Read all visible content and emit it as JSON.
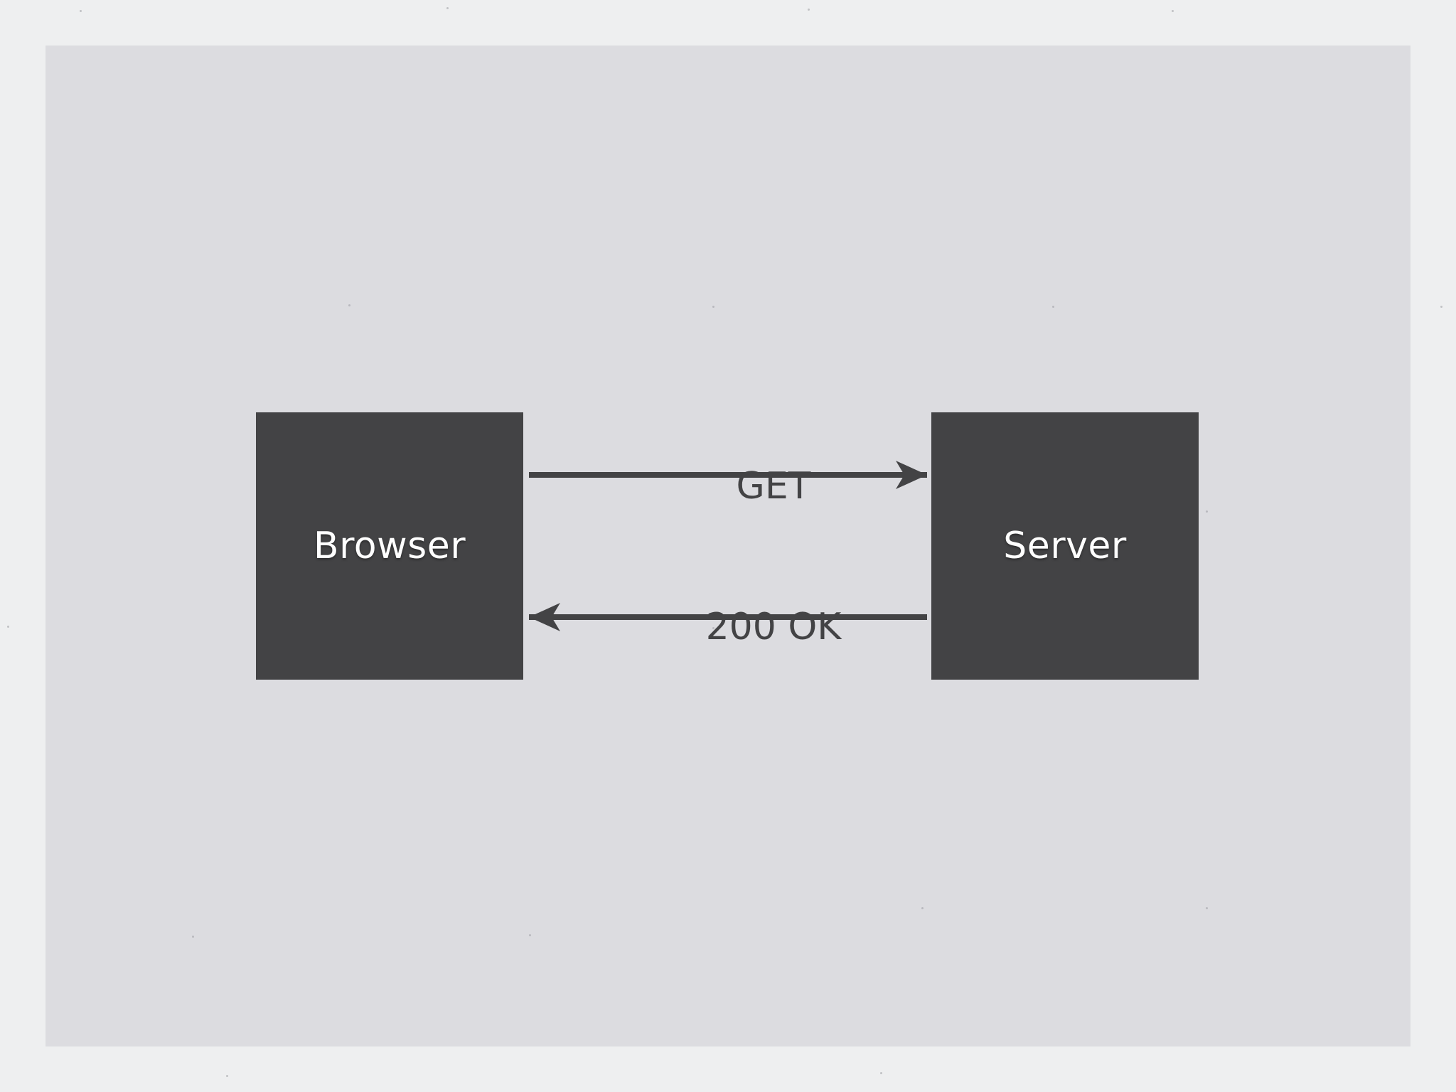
{
  "diagram": {
    "nodes": [
      {
        "id": "browser",
        "label": "Browser"
      },
      {
        "id": "server",
        "label": "Server"
      }
    ],
    "edges": [
      {
        "from": "browser",
        "to": "server",
        "label": "GET"
      },
      {
        "from": "server",
        "to": "browser",
        "label": "200 OK"
      }
    ]
  },
  "colors": {
    "page_background": "#eeeff0",
    "slide_background": "#dcdce0",
    "box_fill": "#434345",
    "box_text": "#ffffff",
    "arrow_and_label": "#434345"
  }
}
